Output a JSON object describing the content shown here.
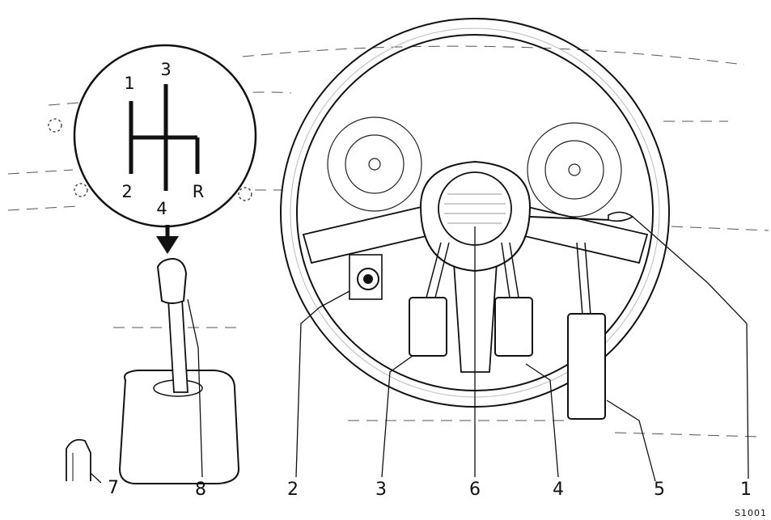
{
  "gear_pattern": {
    "positions": [
      "1",
      "2",
      "3",
      "4",
      "R"
    ]
  },
  "callouts": [
    "1",
    "2",
    "3",
    "4",
    "5",
    "6",
    "7",
    "8"
  ],
  "figure_code": "S1001"
}
